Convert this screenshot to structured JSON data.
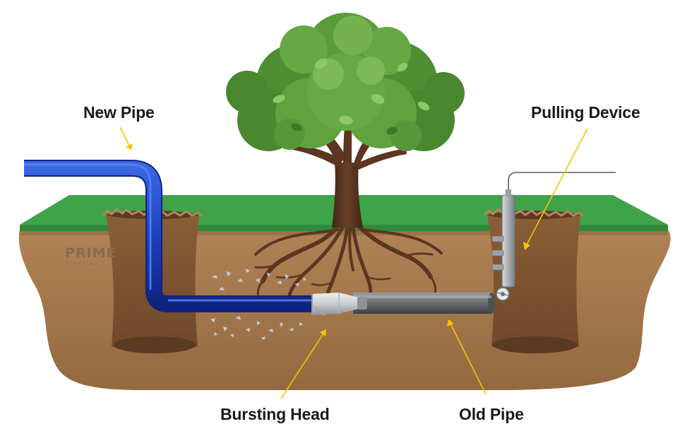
{
  "labels": {
    "new_pipe": "New Pipe",
    "pulling_device": "Pulling Device",
    "bursting_head": "Bursting Head",
    "old_pipe": "Old Pipe"
  },
  "brand": {
    "name": "PRIME",
    "tagline": "PLUMBING"
  },
  "colors": {
    "grass": "#3fa34a",
    "soil": "#a57a4f",
    "soil_dark": "#7a5433",
    "new_pipe": "#1d3fbf",
    "old_pipe": "#6e7074",
    "bursting_head": "#c9ccd0",
    "tree_leaves": "#5a9b3a",
    "tree_trunk": "#5c3621",
    "callout_arrow": "#f5c400"
  },
  "icons": [
    "tree-icon",
    "pipe-fragments-icon",
    "pulling-device-icon"
  ]
}
